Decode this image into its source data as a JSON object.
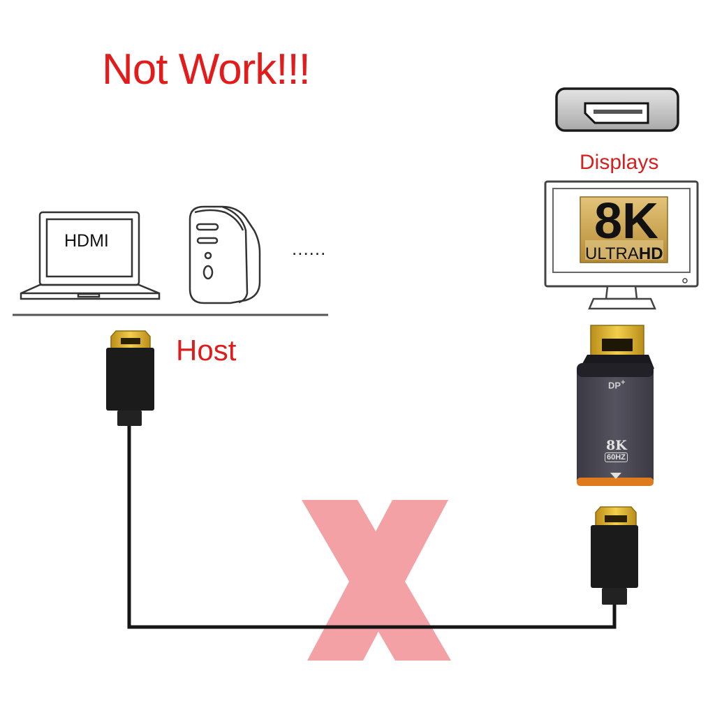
{
  "title": "Not Work!!!",
  "host": {
    "label": "Host",
    "laptop_screen_text": "HDMI",
    "more_devices": "......"
  },
  "display": {
    "label": "Displays",
    "badge_main": "8K",
    "badge_sub_light": "ULTRA",
    "badge_sub_bold": "HD"
  },
  "adapter": {
    "brand_mark": "DP",
    "brand_sup": "+",
    "resolution": "8K",
    "refresh": "60HZ"
  },
  "colors": {
    "warning_text": "#e41b1b",
    "cross_mark": "#f4a1a6",
    "badge_gold": "#c9a44a",
    "connector_gold": "#e2b82c",
    "adapter_body": "#4a4854"
  },
  "icons": [
    "laptop-icon",
    "desktop-tower-icon",
    "monitor-icon",
    "displayport-socket-icon",
    "hdmi-plug-icon",
    "displayport-plug-icon",
    "cross-mark-icon"
  ]
}
